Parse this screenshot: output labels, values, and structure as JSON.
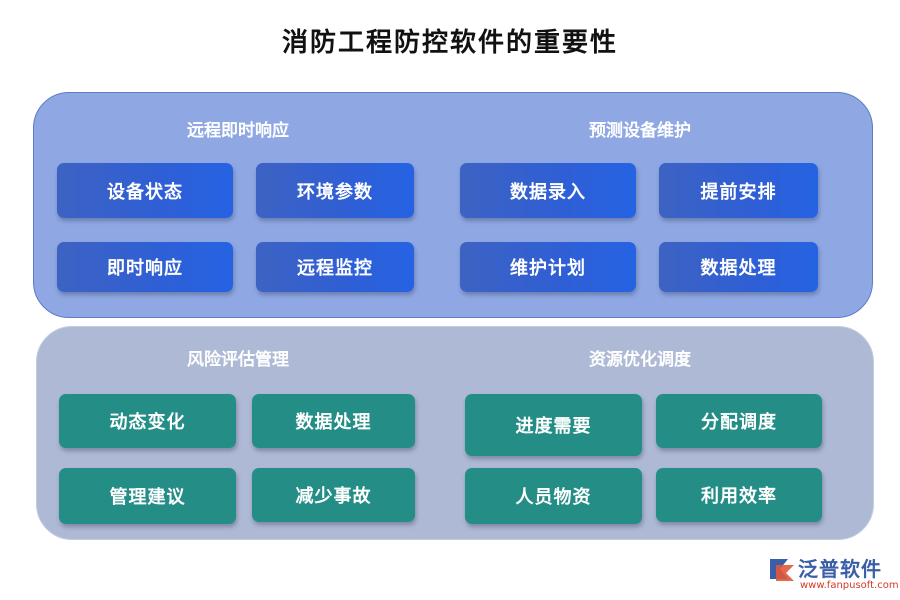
{
  "title": "消防工程防控软件的重要性",
  "groups": [
    {
      "title": "远程即时响应",
      "items": [
        "设备状态",
        "环境参数",
        "即时响应",
        "远程监控"
      ]
    },
    {
      "title": "预测设备维护",
      "items": [
        "数据录入",
        "提前安排",
        "维护计划",
        "数据处理"
      ]
    },
    {
      "title": "风险评估管理",
      "items": [
        "动态变化",
        "数据处理",
        "管理建议",
        "减少事故"
      ]
    },
    {
      "title": "资源优化调度",
      "items": [
        "进度需要",
        "分配调度",
        "人员物资",
        "利用效率"
      ]
    }
  ],
  "logo": {
    "name": "泛普软件",
    "url": "www.fanpusoft.com"
  },
  "colors": {
    "top_panel": "#8fa8e4",
    "bottom_panel": "#aeb9d5",
    "blue_box": "#2f5fd6",
    "teal_box": "#248e86"
  }
}
